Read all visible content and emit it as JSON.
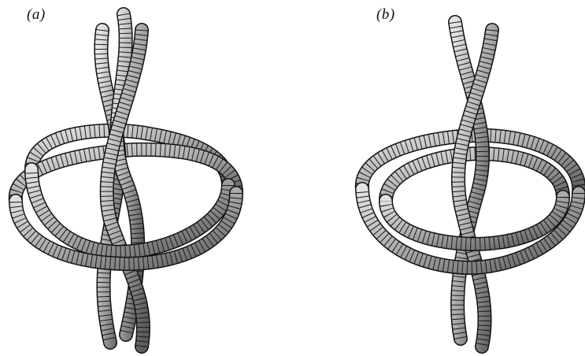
{
  "panels": [
    {
      "label": "(a)",
      "tube_count": 5
    },
    {
      "label": "(b)",
      "tube_count": 4
    }
  ],
  "colors": {
    "tube_outline": "#111111",
    "tube_fill_dark": "#5a5a5a",
    "tube_fill_light": "#d8d8d8",
    "mesh_line": "#1a1a1a",
    "background": "#ffffff"
  }
}
